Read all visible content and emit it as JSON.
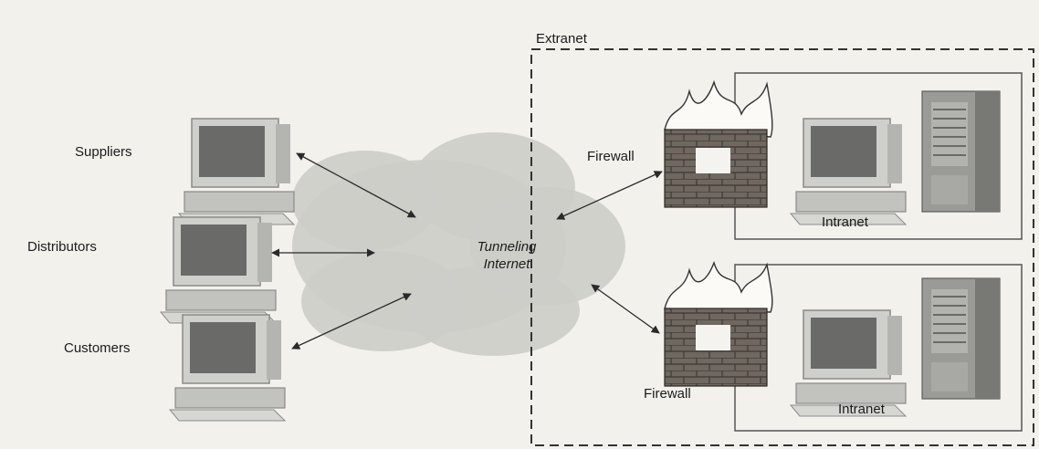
{
  "diagram": {
    "clients": [
      {
        "label": "Suppliers",
        "icon": "computer-icon"
      },
      {
        "label": "Distributors",
        "icon": "computer-icon"
      },
      {
        "label": "Customers",
        "icon": "computer-icon"
      }
    ],
    "cloud": {
      "label_line1": "Tunneling",
      "label_line2": "Internet",
      "icon": "cloud-icon"
    },
    "extranet": {
      "label": "Extranet"
    },
    "sites": [
      {
        "firewall_label": "Firewall",
        "intranet_label": "Intranet",
        "firewall_icon": "firewall-icon",
        "server_icon": "server-icon"
      },
      {
        "firewall_label": "Firewall",
        "intranet_label": "Intranet",
        "firewall_icon": "firewall-icon",
        "server_icon": "server-icon"
      }
    ]
  },
  "colors": {
    "background": "#f3f1ec",
    "brick": "#6f6760",
    "computer_body": "#c9c9c6",
    "screen": "#5d5d5b",
    "cloud": "#cbcbc7",
    "server": "#8f8f8c",
    "line": "#2a2a2a"
  }
}
